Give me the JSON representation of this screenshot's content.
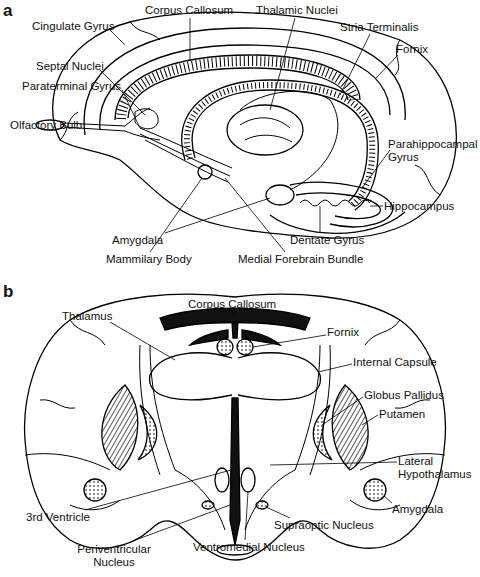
{
  "diagram": {
    "labels": [
      "a",
      "Cingulate Gyrus",
      "Corpus Callosum",
      "Thalamic Nuclei",
      "Stria Terminalis",
      "Fornix",
      "Septal Nuclei",
      "Paraterminal Gyrus",
      "Olfactory Bulb",
      "Parahippocampal Gyrus",
      "Hippocampus",
      "Amygdala",
      "Dentate Gyrus",
      "Mammilary Body",
      "Medial Forebrain Bundle",
      "b",
      "Corpus Callosum",
      "Thalamus",
      "Fornix",
      "Internal Capsule",
      "Globus Pallidus",
      "Putamen",
      "Lateral Hypothalamus",
      "Amygdala",
      "3rd Ventricle",
      "Supraoptic Nucleus",
      "Ventromedial Nucleus",
      "Periventricular Nucleus"
    ]
  }
}
